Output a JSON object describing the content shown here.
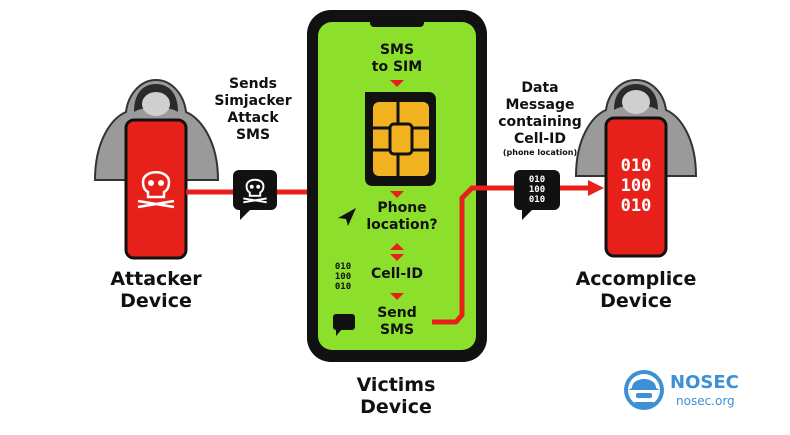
{
  "attacker": {
    "label_line1": "Attacker",
    "label_line2": "Device"
  },
  "victim": {
    "label_line1": "Victims",
    "label_line2": "Device"
  },
  "accomplice": {
    "label_line1": "Accomplice",
    "label_line2": "Device",
    "screen_binary": [
      "010",
      "100",
      "010"
    ]
  },
  "left_caption": [
    "Sends",
    "Simjacker",
    "Attack",
    "SMS"
  ],
  "right_caption": [
    "Data",
    "Message",
    "containing",
    "Cell-ID"
  ],
  "right_caption_note": "(phone location)",
  "message_bubble_binary": [
    "010",
    "100",
    "010"
  ],
  "phone_steps": {
    "sms_to_sim": [
      "SMS",
      "to SIM"
    ],
    "phone_location": [
      "Phone",
      "location?"
    ],
    "cell_id": "Cell-ID",
    "cell_id_binary": [
      "010",
      "100",
      "010"
    ],
    "send_sms": [
      "Send",
      "SMS"
    ]
  },
  "brand": {
    "name": "NOSEC",
    "domain": "nosec.org"
  },
  "colors": {
    "red": "#e8201a",
    "green": "#8ce02c",
    "dark": "#111111",
    "brand_blue": "#3d8fd6"
  },
  "icons": [
    "skull-icon",
    "location-arrow-icon",
    "chat-bubble-icon",
    "sim-card-icon",
    "hooded-figure-icon",
    "nosec-logo-icon"
  ]
}
